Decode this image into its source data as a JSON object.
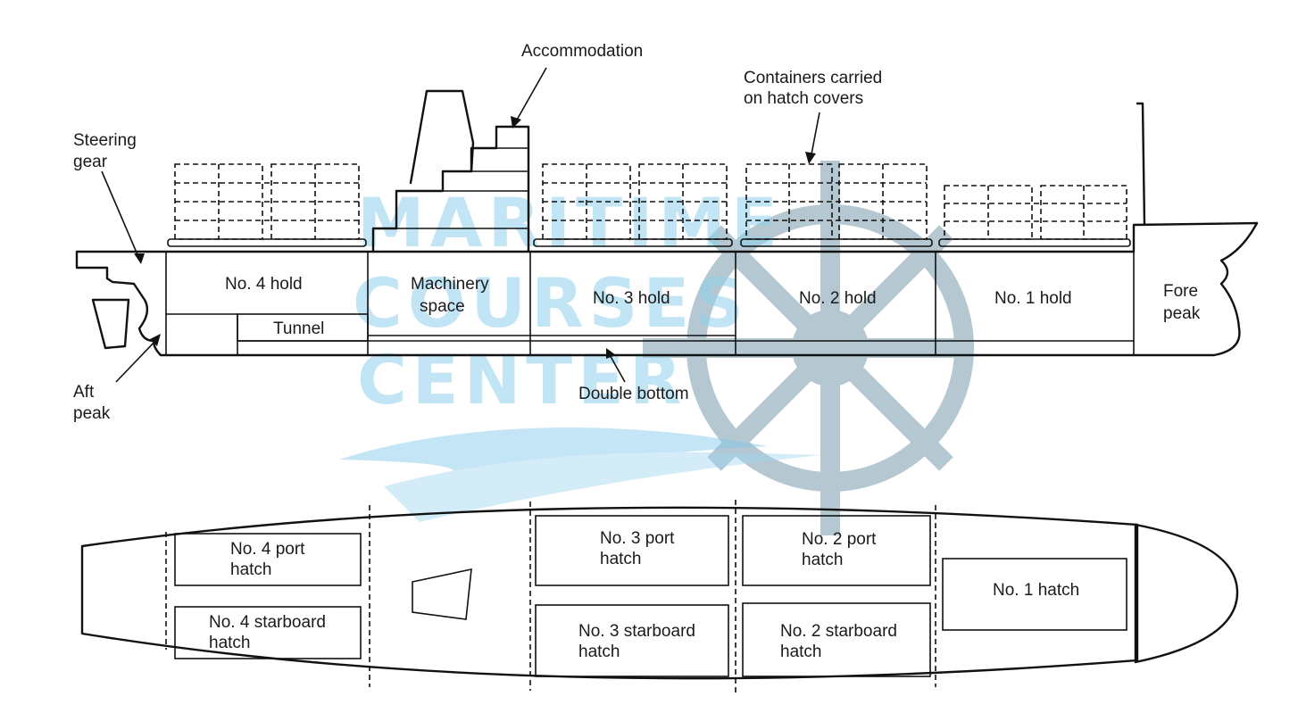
{
  "labels": {
    "accommodation": "Accommodation",
    "containers_l1": "Containers carried",
    "containers_l2": "on hatch covers",
    "steering_l1": "Steering",
    "steering_l2": "gear",
    "hold4": "No. 4 hold",
    "machinery_l1": "Machinery",
    "machinery_l2": "space",
    "hold3": "No. 3 hold",
    "hold2": "No. 2 hold",
    "hold1": "No. 1 hold",
    "fore_l1": "Fore",
    "fore_l2": "peak",
    "tunnel": "Tunnel",
    "aft_l1": "Aft",
    "aft_l2": "peak",
    "double_bottom": "Double bottom",
    "h4p_l1": "No. 4 port",
    "h4p_l2": "hatch",
    "h4s_l1": "No. 4 starboard",
    "h4s_l2": "hatch",
    "h3p_l1": "No. 3 port",
    "h3p_l2": "hatch",
    "h3s_l1": "No. 3 starboard",
    "h3s_l2": "hatch",
    "h2p_l1": "No. 2 port",
    "h2p_l2": "hatch",
    "h2s_l1": "No. 2 starboard",
    "h2s_l2": "hatch",
    "h1": "No. 1 hatch"
  },
  "watermark": {
    "line1": "MARITIME",
    "line2": "COURSES",
    "line3": "CENTER",
    "text_color": "#8fd0ec",
    "wheel_color": "#a9bfcb",
    "icon": "ship-wheel-icon"
  }
}
